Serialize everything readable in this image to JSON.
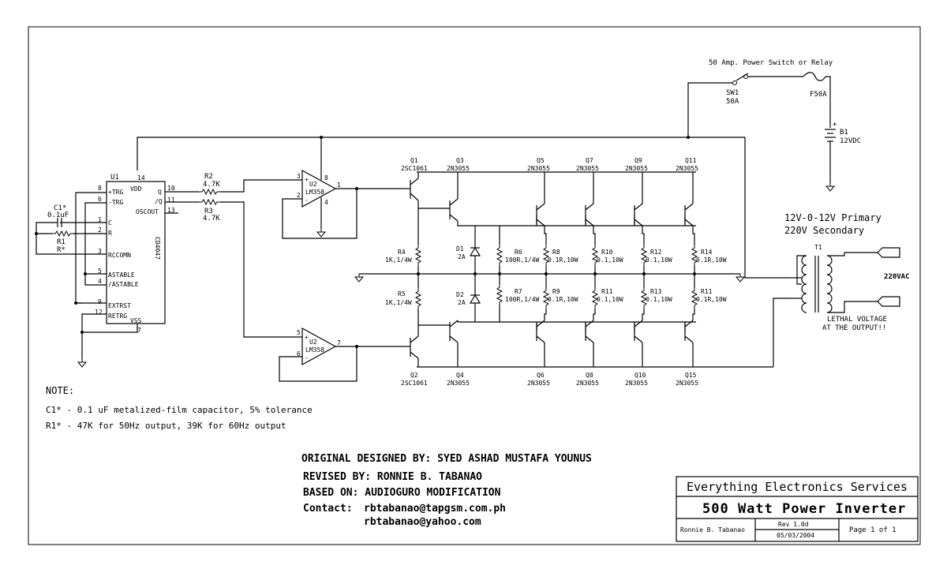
{
  "labels": {
    "switch_note": "50 Amp. Power Switch or Relay",
    "sw1": "SW1",
    "sw1_val": "50A",
    "fuse": "F50A",
    "b1": "B1",
    "b1_val": "12VDC",
    "u1": "U1",
    "u1_part": "CD4047",
    "u1_vdd": "VDD",
    "u1_trgp": "+TRG",
    "u1_trgn": "-TRG",
    "u1_c": "C",
    "u1_r": "R",
    "u1_rccomn": "RCCOMN",
    "u1_astable": "ASTABLE",
    "u1_nastable": "/ASTABLE",
    "u1_extrst": "EXTRST",
    "u1_retrg": "RETRG",
    "u1_vss": "VSS",
    "u1_q": "Q",
    "u1_nq": "/Q",
    "u1_oscout": "OSCOUT",
    "c1": "C1*",
    "c1_val": "0.1uF",
    "r1": "R1",
    "r1_val": "R*",
    "r2": "R2",
    "r2_val": "4.7K",
    "r3": "R3",
    "r3_val": "4.7K",
    "u2": "U2",
    "lm358": "LM358",
    "q1": "Q1",
    "q1_part": "2SC1061",
    "q2": "Q2",
    "q2_part": "2SC1061",
    "q3": "Q3",
    "q4": "Q4",
    "q5": "Q5",
    "q6": "Q6",
    "q7": "Q7",
    "q8": "Q8",
    "q9": "Q9",
    "q10": "Q10",
    "q11": "Q11",
    "q15": "Q15",
    "n3055": "2N3055",
    "r4": "R4",
    "r5": "R5",
    "r45_val": "1K,1/4W",
    "d1": "D1",
    "d2": "D2",
    "d_val": "2A",
    "r6": "R6",
    "r7": "R7",
    "r67_val": "100R,1/4W",
    "r8": "R8",
    "r9": "R9",
    "r10": "R10",
    "r11": "R11",
    "r12": "R12",
    "r13": "R13",
    "r14": "R14",
    "r_big_a": "0.1R,10W",
    "r_big_b": "0.1,10W",
    "t1": "T1",
    "t1_primary": "12V-0-12V Primary",
    "t1_secondary": "220V Secondary",
    "out_vac": "220VAC",
    "lethal_1": "LETHAL VOLTAGE",
    "lethal_2": "AT THE OUTPUT!!"
  },
  "pins": {
    "p14": "14",
    "p8": "8",
    "p6": "6",
    "p1": "1",
    "p2": "2",
    "p3": "3",
    "p5": "5",
    "p4": "4",
    "p9": "9",
    "p12": "12",
    "p7": "7",
    "p10": "10",
    "p11": "11",
    "p13": "13",
    "plus": "+",
    "minus": "-"
  },
  "notes": {
    "heading": "NOTE:",
    "c1": "C1* - 0.1 uF metalized-film capacitor, 5% tolerance",
    "r1": "R1* - 47K for 50Hz output, 39K for 60Hz output"
  },
  "credits": {
    "designed": "ORIGINAL DESIGNED BY: SYED ASHAD MUSTAFA YOUNUS",
    "revised": "REVISED BY: RONNIE B. TABANAO",
    "based": "BASED ON: AUDIOGURO MODIFICATION",
    "contact_label": "Contact:",
    "email1": "rbtabanao@tapgsm.com.ph",
    "email2": "rbtabanao@yahoo.com"
  },
  "title_block": {
    "company": "Everything Electronics Services",
    "title": "500 Watt Power Inverter",
    "author": "Ronnie B. Tabanao",
    "rev": "Rev 1.0d",
    "date": "05/03/2004",
    "page": "Page 1 of 1"
  }
}
